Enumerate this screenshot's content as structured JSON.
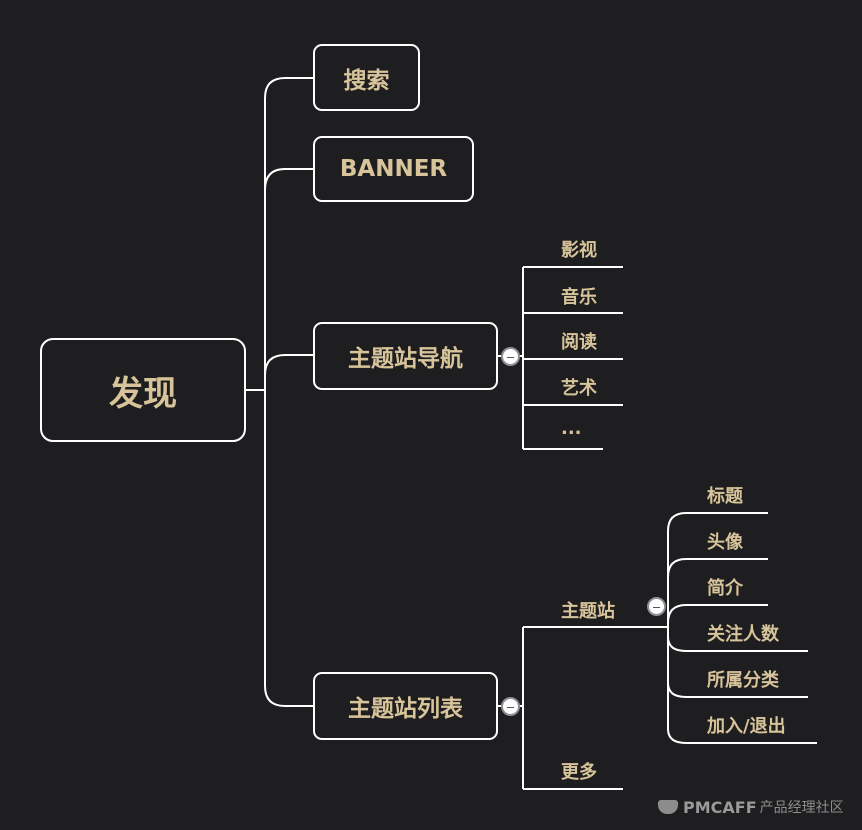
{
  "diagram": {
    "root": "发现",
    "branches": {
      "search": "搜索",
      "banner": "BANNER",
      "topic_nav": {
        "label": "主题站导航",
        "items": [
          "影视",
          "音乐",
          "阅读",
          "艺术",
          "..."
        ]
      },
      "topic_list": {
        "label": "主题站列表",
        "topic_site": {
          "label": "主题站",
          "items": [
            "标题",
            "头像",
            "简介",
            "关注人数",
            "所属分类",
            "加入/退出"
          ]
        },
        "more": "更多"
      }
    }
  },
  "watermark": {
    "logo": "PMCAFF",
    "text": "产品经理社区"
  },
  "colors": {
    "background": "#1e1e20",
    "text": "#d8c49a",
    "line": "#ffffff"
  }
}
